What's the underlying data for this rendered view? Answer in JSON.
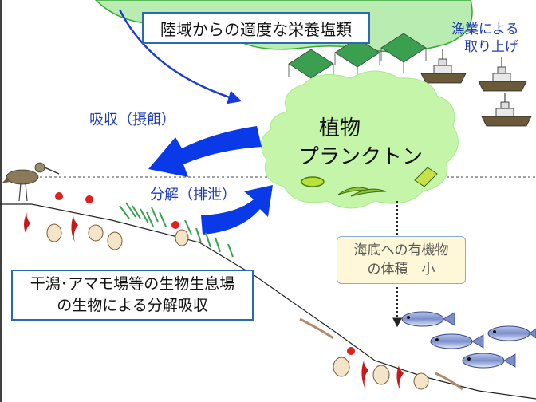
{
  "labels": {
    "nutrients": "陸域からの適度な栄養塩類",
    "fishery_line1": "漁業による",
    "fishery_line2": "取り上げ",
    "absorption": "吸収（摂餌）",
    "decomposition": "分解（排泄）",
    "plankton_line1": "植物",
    "plankton_line2": "プランクトン",
    "seabed_line1": "海底への有機物",
    "seabed_line2": "の体積　小",
    "tidal_line1": "干潟･アマモ場等の生物生息場",
    "tidal_line2": "の生物による分解吸収"
  },
  "colors": {
    "land": "#b8ecb0",
    "land_edge": "#38a838",
    "plankton_cloud": "#c4f5a8",
    "arrow_blue": "#0a3ae8",
    "text_blue": "#1e3cb4",
    "seabed_box": "#fff8d8",
    "box_border_blue": "#2a6ab0"
  }
}
